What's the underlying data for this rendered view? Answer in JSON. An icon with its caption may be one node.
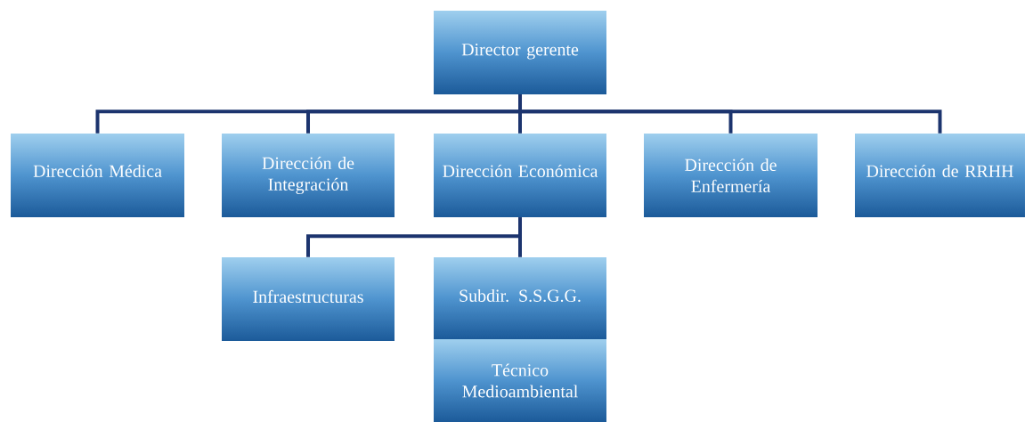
{
  "diagram": {
    "nodes": [
      {
        "text": [
          "Director gerente"
        ]
      },
      {
        "text": [
          "Dirección Médica"
        ]
      },
      {
        "text": [
          "Dirección de Integración"
        ]
      },
      {
        "text": [
          "Dirección Económica"
        ]
      },
      {
        "text": [
          "Dirección de Enfermería"
        ]
      },
      {
        "text": [
          "Dirección de RRHH"
        ]
      },
      {
        "text": [
          "Infraestructuras"
        ]
      },
      {
        "text": [
          "Subdir. S.S.G.G."
        ]
      },
      {
        "text": [
          "Técnico Medioambiental"
        ]
      }
    ],
    "edges": [
      {
        "from": 0,
        "to": 1,
        "arrow": "none"
      },
      {
        "from": 0,
        "to": 2,
        "arrow": "none"
      },
      {
        "from": 0,
        "to": 3,
        "arrow": "none"
      },
      {
        "from": 0,
        "to": 4,
        "arrow": "none"
      },
      {
        "from": 0,
        "to": 5,
        "arrow": "none"
      },
      {
        "from": 3,
        "to": 6,
        "arrow": "none"
      },
      {
        "from": 3,
        "to": 7,
        "arrow": "none"
      }
    ]
  }
}
